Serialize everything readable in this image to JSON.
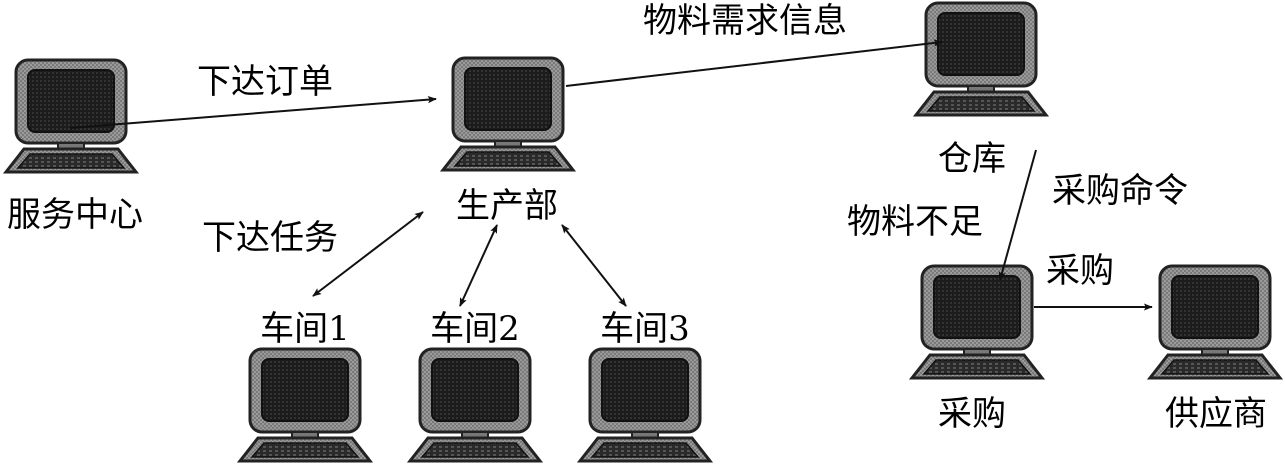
{
  "nodes": {
    "service_center": "服务中心",
    "production": "生产部",
    "warehouse": "仓库",
    "purchasing": "采购",
    "supplier": "供应商",
    "workshop1": "车间1",
    "workshop2": "车间2",
    "workshop3": "车间3"
  },
  "edges": {
    "issue_order": "下达订单",
    "material_demand": "物料需求信息",
    "issue_task": "下达任务",
    "purchase_command": "采购命令",
    "material_shortage": "物料不足",
    "purchase": "采购"
  },
  "colors": {
    "monitor_frame": "#8e8e8e",
    "screen": "#1e1e1e",
    "line": "#111111"
  }
}
